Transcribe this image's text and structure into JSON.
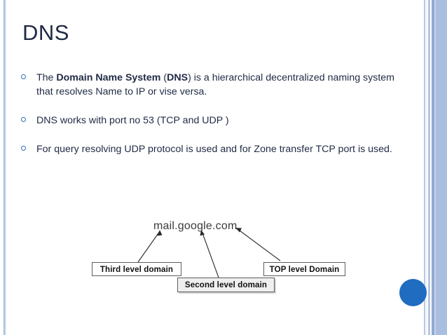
{
  "slide": {
    "title": "DNS",
    "accent_color": "#1f6cc0",
    "text_color": "#1f2a44",
    "bullet_color": "#2f6fb5"
  },
  "bullets": [
    {
      "id": "bullet-1",
      "segments": [
        {
          "text": "The ",
          "bold": false
        },
        {
          "text": "Domain Name System",
          "bold": true
        },
        {
          "text": " (",
          "bold": false
        },
        {
          "text": "DNS",
          "bold": true
        },
        {
          "text": ") is a hierarchical decentralized naming system that resolves Name to IP or vise versa.",
          "bold": false
        }
      ],
      "plain": "The Domain Name System (DNS) is a hierarchical decentralized naming system that resolves Name to IP or vise versa."
    },
    {
      "id": "bullet-2",
      "segments": [
        {
          "text": "DNS works with port no 53 (TCP and UDP )",
          "bold": false
        }
      ],
      "plain": "DNS works with port no 53 (TCP and UDP )"
    },
    {
      "id": "bullet-3",
      "segments": [
        {
          "text": "For query resolving UDP protocol is used and for Zone transfer TCP port is used.",
          "bold": false
        }
      ],
      "plain": "For query resolving UDP protocol is used and for Zone transfer TCP port is used."
    }
  ],
  "diagram": {
    "url": "mail.google.com",
    "boxes": {
      "third": "Third level domain",
      "second": "Second level domain",
      "top": "TOP level Domain"
    },
    "arrows": [
      {
        "name": "third-level-arrow",
        "from_box": "third",
        "points_to": "mail"
      },
      {
        "name": "second-level-arrow",
        "from_box": "second",
        "points_to": "google"
      },
      {
        "name": "top-level-arrow",
        "from_box": "top",
        "points_to": "com"
      }
    ]
  }
}
